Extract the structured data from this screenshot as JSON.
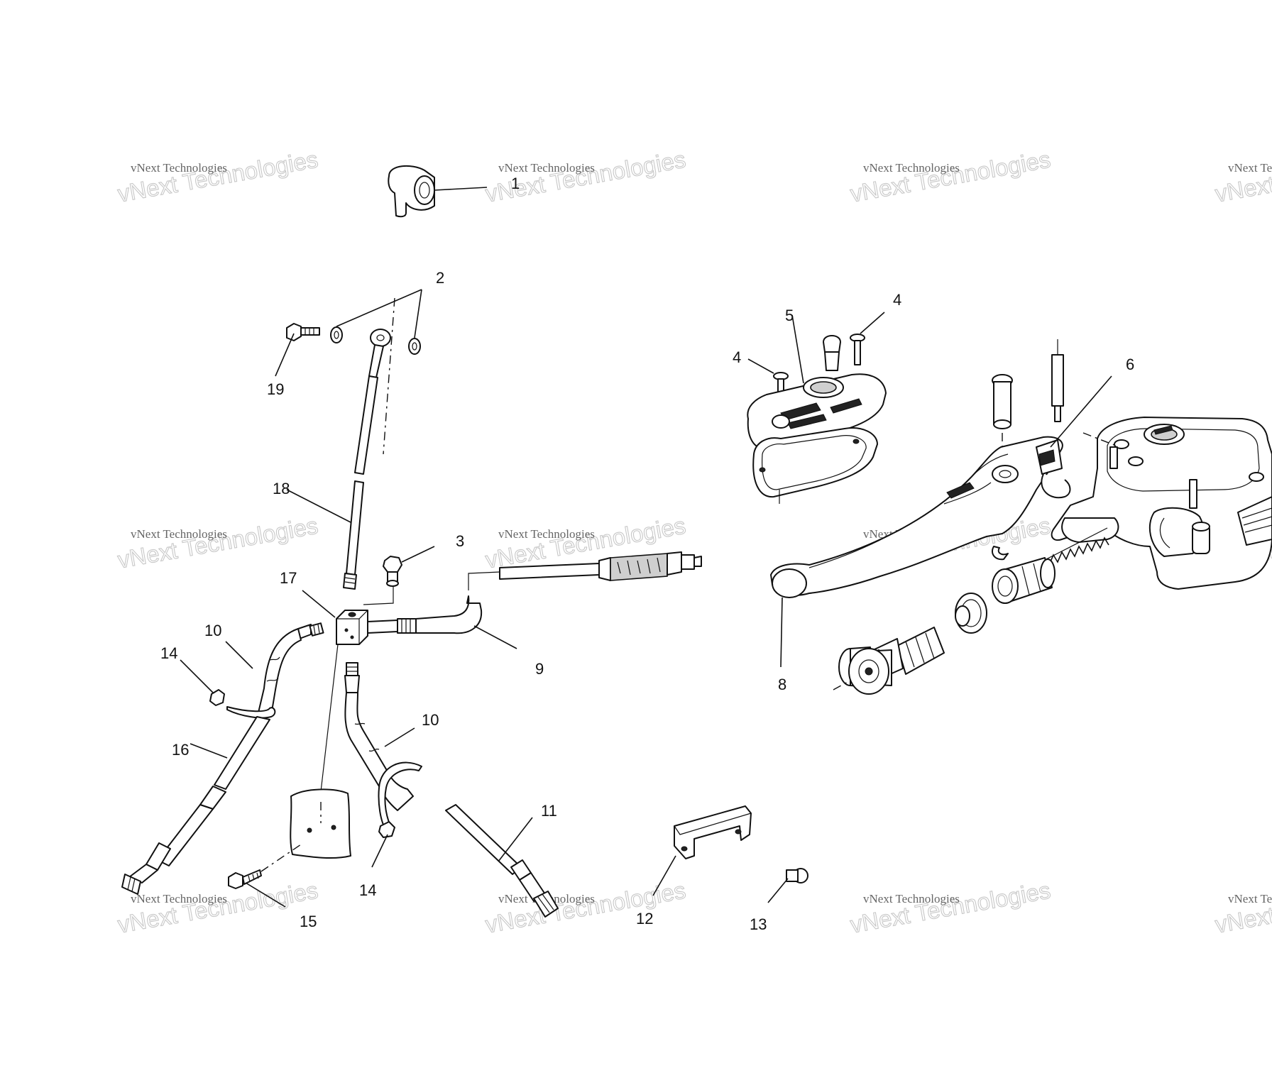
{
  "watermark": {
    "small_text": "vNext Technologies",
    "big_text": "vNext Technologies"
  },
  "callouts": [
    {
      "id": "c1",
      "text": "1"
    },
    {
      "id": "c2",
      "text": "2"
    },
    {
      "id": "c3",
      "text": "3"
    },
    {
      "id": "c4a",
      "text": "4"
    },
    {
      "id": "c4b",
      "text": "4"
    },
    {
      "id": "c5",
      "text": "5"
    },
    {
      "id": "c6",
      "text": "6"
    },
    {
      "id": "c8",
      "text": "8"
    },
    {
      "id": "c9",
      "text": "9"
    },
    {
      "id": "c10a",
      "text": "10"
    },
    {
      "id": "c10b",
      "text": "10"
    },
    {
      "id": "c11",
      "text": "11"
    },
    {
      "id": "c12",
      "text": "12"
    },
    {
      "id": "c13",
      "text": "13"
    },
    {
      "id": "c14a",
      "text": "14"
    },
    {
      "id": "c14b",
      "text": "14"
    },
    {
      "id": "c15",
      "text": "15"
    },
    {
      "id": "c16",
      "text": "16"
    },
    {
      "id": "c17",
      "text": "17"
    },
    {
      "id": "c18",
      "text": "18"
    },
    {
      "id": "c19",
      "text": "19"
    }
  ]
}
